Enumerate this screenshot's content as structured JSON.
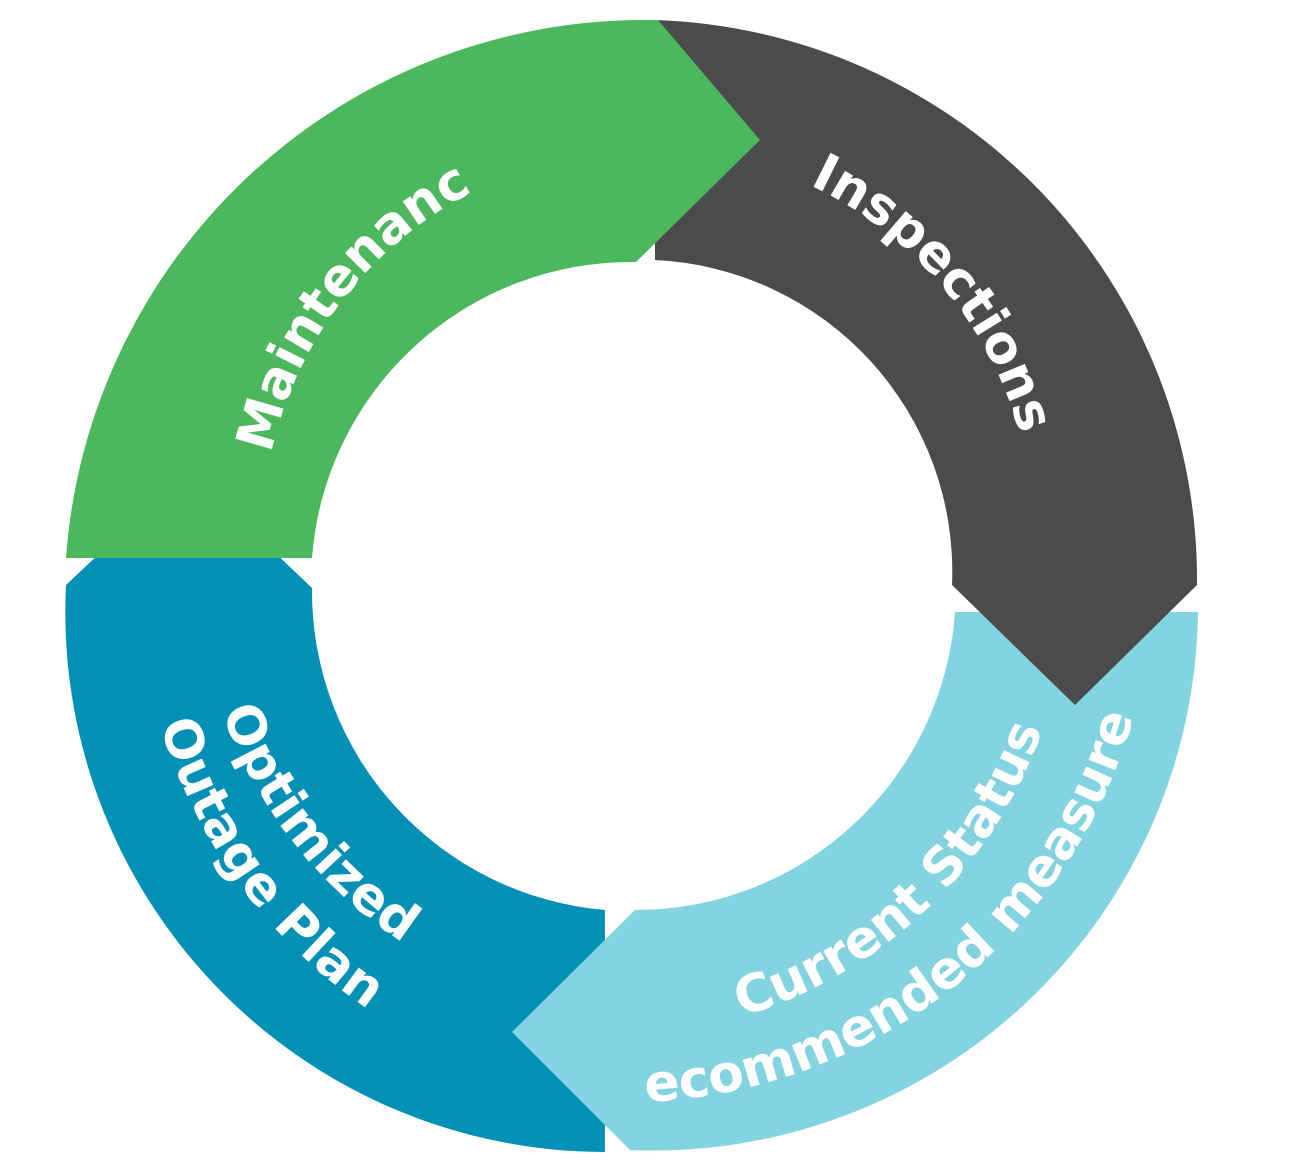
{
  "diagram": {
    "segments": [
      {
        "id": "maintenance",
        "lines": [
          "Maintenance"
        ],
        "color": "#4cb75c"
      },
      {
        "id": "inspections",
        "lines": [
          "Inspections"
        ],
        "color": "#4a4b4d"
      },
      {
        "id": "current-status",
        "lines": [
          "Current Status",
          "Recommended measures"
        ],
        "color": "#84d3e1"
      },
      {
        "id": "outage-plan",
        "lines": [
          "Optimized",
          "Outage Plan"
        ],
        "color": "#0290b6"
      }
    ]
  }
}
